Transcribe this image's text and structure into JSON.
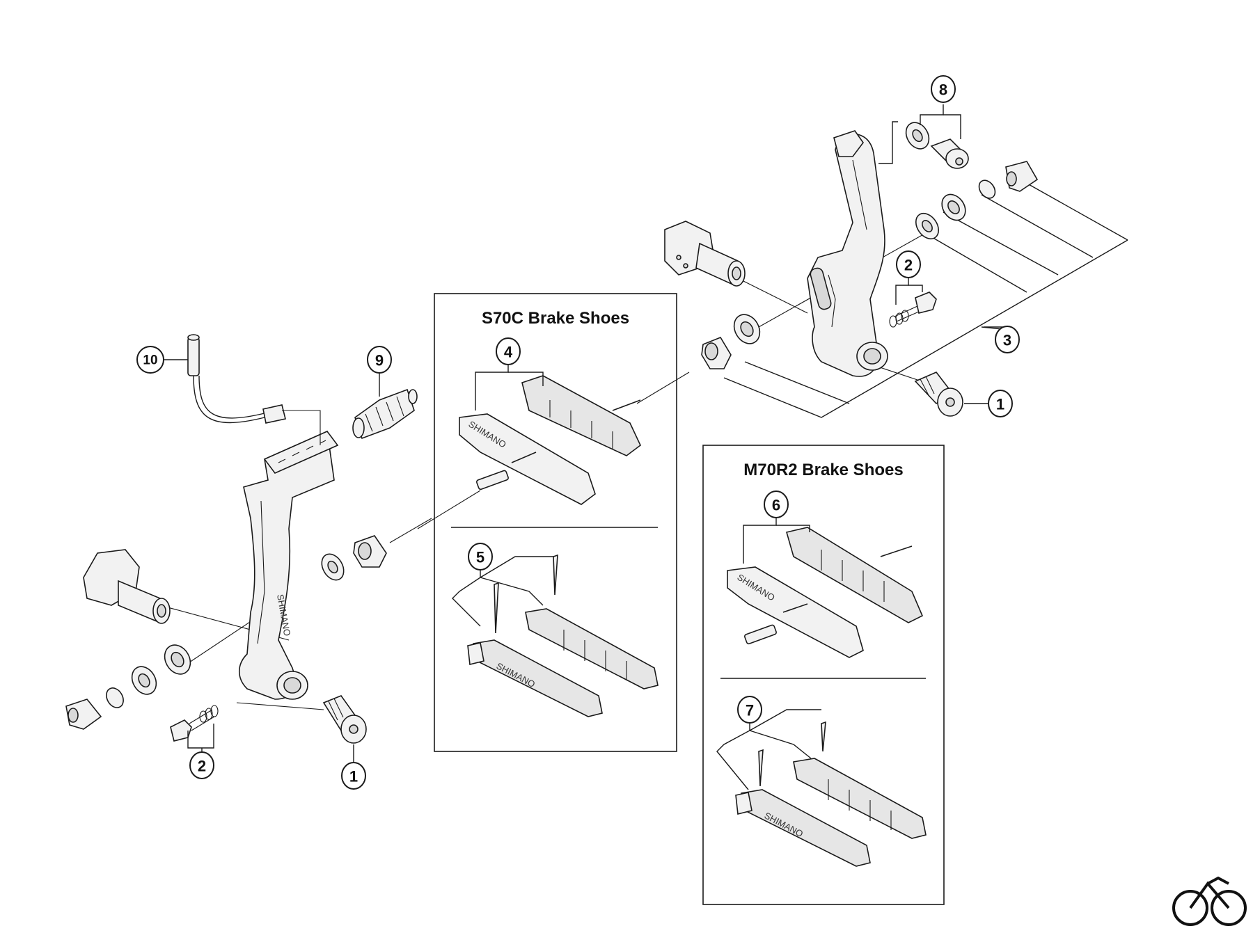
{
  "boxes": {
    "s70c_title": "S70C Brake Shoes",
    "m70r2_title": "M70R2 Brake Shoes"
  },
  "callouts": {
    "c1_left": "1",
    "c1_right": "1",
    "c2_left": "2",
    "c2_right": "2",
    "c3": "3",
    "c4": "4",
    "c5": "5",
    "c6": "6",
    "c7": "7",
    "c8": "8",
    "c9": "9",
    "c10": "10"
  },
  "markings": {
    "arm_brand": "SHIMANO"
  },
  "logo": {
    "icon": "bicycle-icon"
  }
}
